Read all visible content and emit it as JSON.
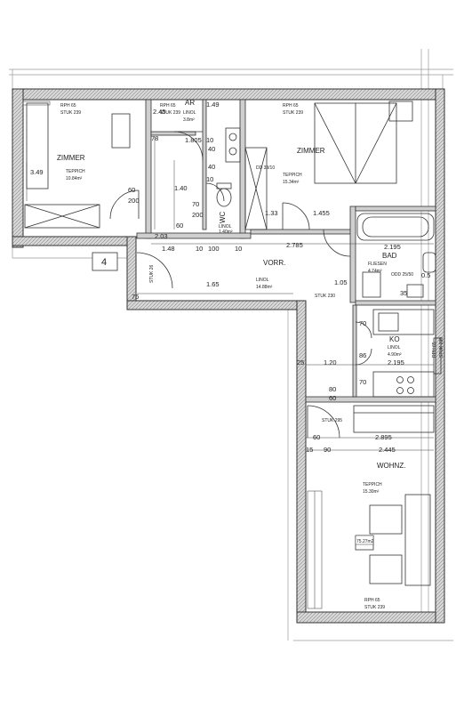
{
  "unit_number": "4",
  "total_area": "75.27m2",
  "rooms": {
    "zimmer_left": {
      "name": "ZIMMER",
      "floor": "TEPPICH",
      "area": "10.84m²",
      "rph": "RPH 65",
      "stuk": "STUK 239"
    },
    "ar": {
      "name": "AR",
      "floor": "LINOL",
      "area": "3.8m²",
      "rph": "RPH 65",
      "stuk": "STUK 239"
    },
    "wc": {
      "name": "WC",
      "floor": "LINOL",
      "area": "1.40m²"
    },
    "zimmer_right": {
      "name": "ZIMMER",
      "floor": "TEPPICH",
      "area": "15.34m²",
      "rph": "RPH 65",
      "stuk": "STUK 239",
      "dd": "DD 33/10"
    },
    "vorr": {
      "name": "VORR.",
      "floor": "LINOL",
      "area": "14.88m²",
      "stuk": "STUK 230",
      "stuk2": "STUK 26"
    },
    "bad": {
      "name": "BAD",
      "floor": "FLIESEN",
      "area": "4.74m²",
      "odd": "ODD 25/50"
    },
    "ko": {
      "name": "KO",
      "floor": "LINOL",
      "area": "4.90m²",
      "rph": "RPH 65",
      "stuk": "STUK 239"
    },
    "wohnz": {
      "name": "WOHNZ.",
      "floor": "TEPPICH",
      "area": "15.30m²",
      "rph": "RPH 65",
      "stuk": "STUK 239",
      "stuk2": "STUK 295"
    }
  },
  "dimensions": {
    "d_245": "2.45",
    "d_149": "1.49",
    "d_1805": "1.805",
    "d_78": "78",
    "d_349": "3.49",
    "d_140": "1.40",
    "d_40a": "40",
    "d_40b": "40",
    "d_10a": "10",
    "d_10b": "10",
    "d_133": "1.33",
    "d_1455": "1.455",
    "d_60": "60",
    "d_203": "2.03",
    "d_148": "1.48",
    "d_100": "100",
    "d_2785": "2.785",
    "d_10c": "10",
    "d_10d": "10",
    "d_2195a": "2.195",
    "d_165": "1.65",
    "d_105": "1.05",
    "d_35": "35",
    "d_05": "0.5",
    "d_25": "25",
    "d_120": "1.20",
    "d_86": "86",
    "d_2195b": "2.195",
    "d_70a": "70",
    "d_70b": "70",
    "d_60b": "60",
    "d_2895": "2.895",
    "d_15": "15",
    "d_90": "90",
    "d_2445": "2.445",
    "d_76": "76",
    "d_200": "200",
    "d_70c": "70",
    "d_60c": "60",
    "d_200b": "200",
    "d_80": "80",
    "d_60d": "60"
  }
}
